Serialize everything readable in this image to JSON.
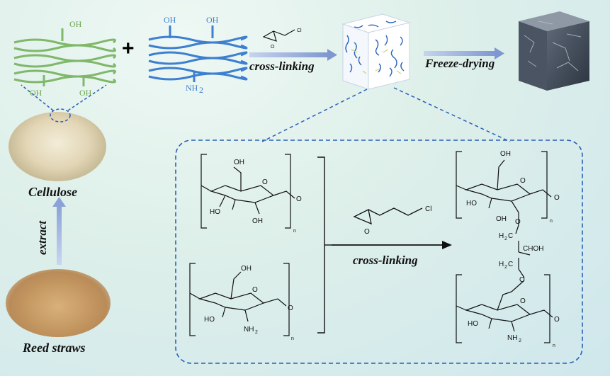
{
  "labels": {
    "cellulose": "Cellulose",
    "reed_straws": "Reed straws",
    "extract": "extract",
    "cross_linking_top": "cross-linking",
    "freeze_drying": "Freeze-drying",
    "cross_linking_mid": "cross-linking",
    "plus": "+"
  },
  "chem": {
    "oh": "OH",
    "nh2": "NH",
    "sub2": "2",
    "ho": "HO",
    "cl": "Cl",
    "h2c": "H",
    "chohh": "CHOH",
    "n": "n",
    "o": "O"
  },
  "colors": {
    "cellulose_fiber": "#7fb86a",
    "chitosan_fiber": "#3d7fd0",
    "dash_frame": "#2a5fb8",
    "arrow": "#9bb0d8"
  }
}
